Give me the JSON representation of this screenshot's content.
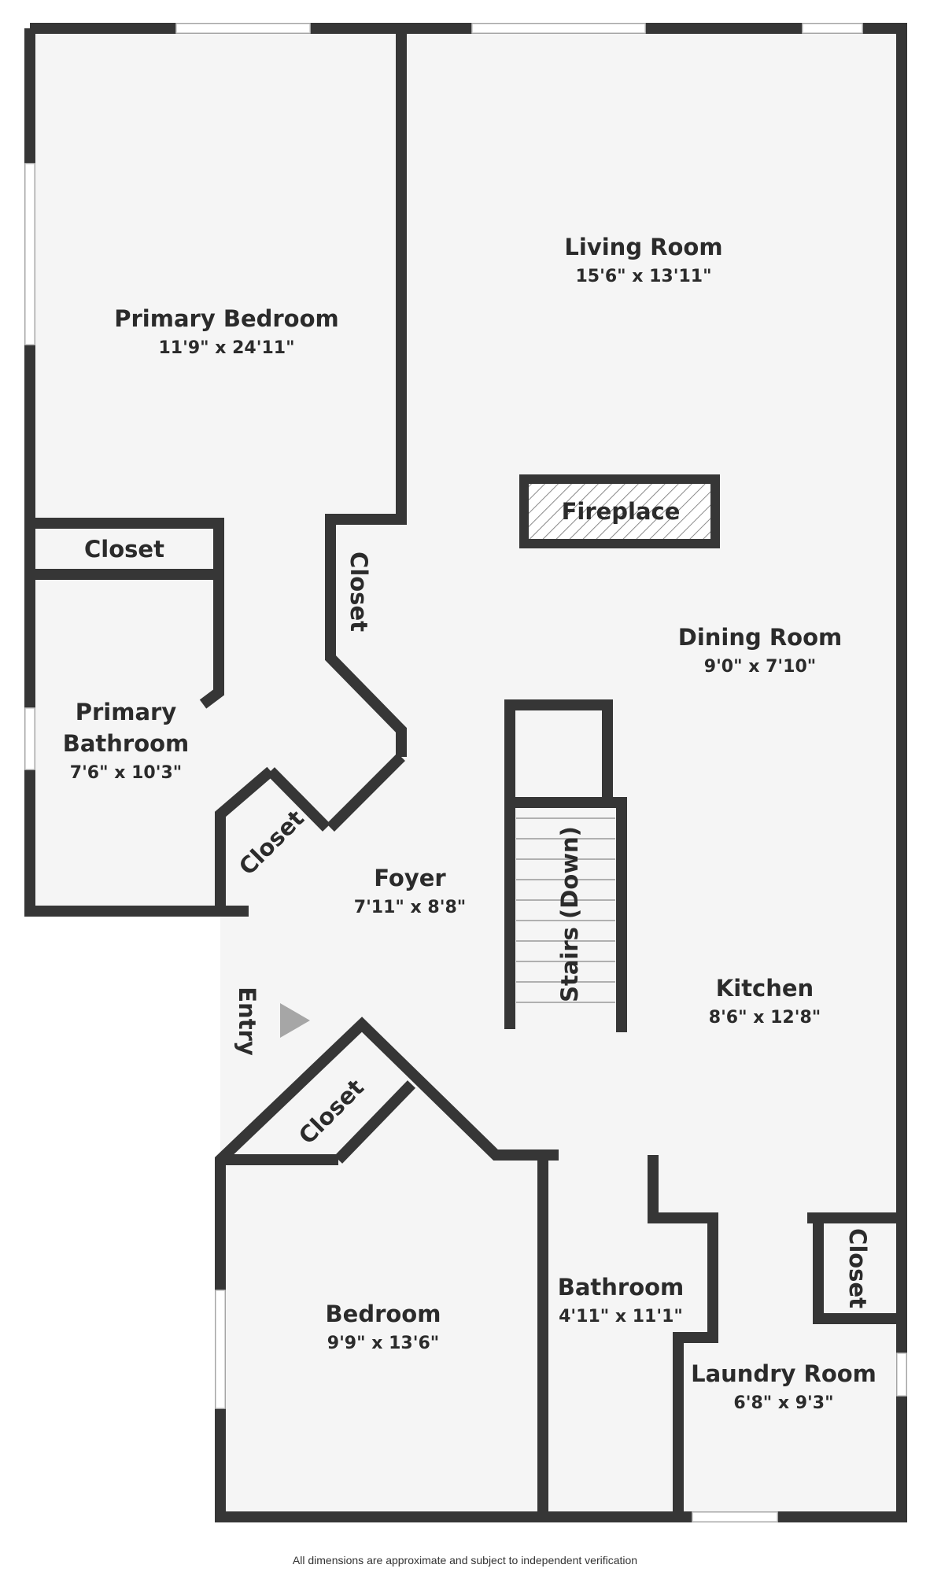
{
  "colors": {
    "wall": "#363636",
    "floor": "#f5f5f5",
    "background": "#ffffff",
    "window": "#ffffff",
    "entry_marker": "#a6a6a6"
  },
  "rooms": {
    "primary_bedroom": {
      "name": "Primary Bedroom",
      "dims": "11'9\" x 24'11\""
    },
    "living_room": {
      "name": "Living Room",
      "dims": "15'6\" x 13'11\""
    },
    "fireplace": {
      "name": "Fireplace"
    },
    "closet_1": {
      "name": "Closet"
    },
    "closet_2": {
      "name": "Closet"
    },
    "primary_bathroom": {
      "line1": "Primary",
      "line2": "Bathroom",
      "dims": "7'6\" x 10'3\""
    },
    "closet_3": {
      "name": "Closet"
    },
    "dining_room": {
      "name": "Dining Room",
      "dims": "9'0\" x 7'10\""
    },
    "foyer": {
      "name": "Foyer",
      "dims": "7'11\" x 8'8\""
    },
    "stairs": {
      "name": "Stairs (Down)"
    },
    "entry": {
      "name": "Entry"
    },
    "kitchen": {
      "name": "Kitchen",
      "dims": "8'6\" x 12'8\""
    },
    "closet_4": {
      "name": "Closet"
    },
    "bedroom": {
      "name": "Bedroom",
      "dims": "9'9\" x 13'6\""
    },
    "bathroom": {
      "name": "Bathroom",
      "dims": "4'11\" x 11'1\""
    },
    "closet_5": {
      "name": "Closet"
    },
    "laundry_room": {
      "name": "Laundry Room",
      "dims": "6'8\" x 9'3\""
    }
  },
  "footer": {
    "disclaimer": "All dimensions are approximate and subject to independent verification"
  }
}
